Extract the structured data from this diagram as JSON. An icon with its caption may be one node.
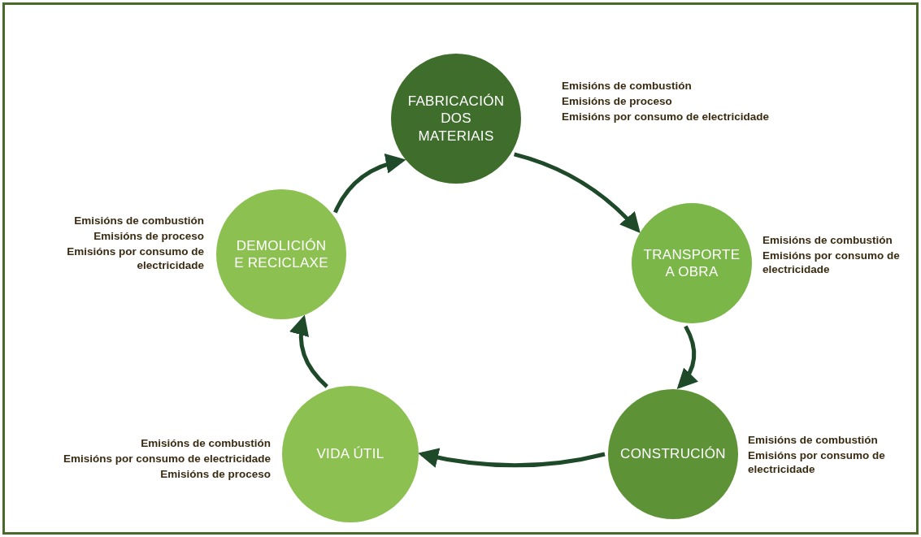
{
  "diagram": {
    "nodes": [
      {
        "text": [
          "FABRICACIÓN DOS MATERIAIS"
        ],
        "beside": [
          "Emisións de combustión",
          "Emisións de proceso",
          "Emisións por consumo de electricidade"
        ]
      },
      {
        "text": [
          "TRANSPORTE A OBRA"
        ],
        "beside": [
          "Emisións de combustión",
          "Emisións por consumo de electricidade"
        ]
      },
      {
        "text": [
          "CONSTRUCIÓN"
        ],
        "beside": [
          "Emisións de combustión",
          "Emisións por consumo de electricidade"
        ]
      },
      {
        "text": [
          "VIDA ÚTIL"
        ],
        "beside": [
          "Emisións de combustión",
          "Emisións por consumo de electricidade",
          "Emisións de proceso"
        ]
      },
      {
        "text": [
          "DEMOLICIÓN E RECICLAXE"
        ],
        "beside": [
          "Emisións de combustión",
          "Emisións de proceso",
          "Emisións por consumo de electricidade"
        ]
      }
    ],
    "edges": [
      {
        "from": 0,
        "to": 1,
        "arrow": "to"
      },
      {
        "from": 1,
        "to": 2,
        "arrow": "to"
      },
      {
        "from": 2,
        "to": 3,
        "arrow": "to"
      },
      {
        "from": 3,
        "to": 4,
        "arrow": "to"
      },
      {
        "from": 4,
        "to": 0,
        "arrow": "to"
      }
    ]
  }
}
